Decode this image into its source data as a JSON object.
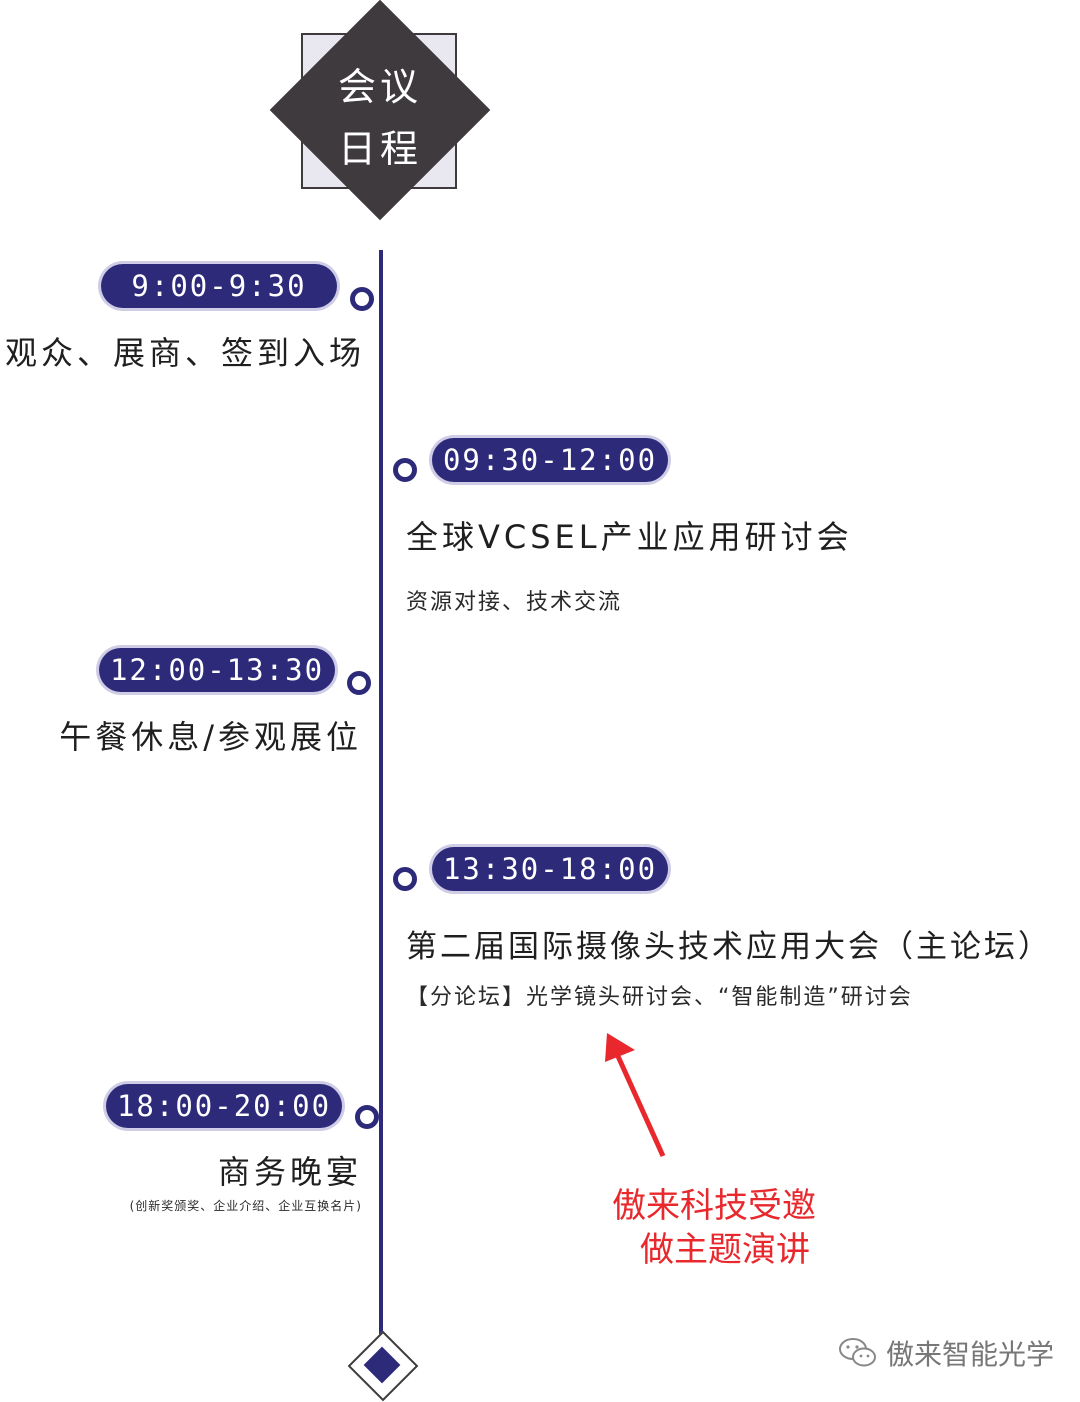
{
  "header": {
    "line1": "会议",
    "line2": "日程"
  },
  "colors": {
    "navy": "#2e2a7a",
    "dark": "#3e3a3d",
    "red": "#e8282c"
  },
  "schedule": [
    {
      "time": "9:00-9:30",
      "title": "观众、展商、签到入场"
    },
    {
      "time": "09:30-12:00",
      "title": "全球VCSEL产业应用研讨会",
      "sub": "资源对接、技术交流"
    },
    {
      "time": "12:00-13:30",
      "title": "午餐休息/参观展位"
    },
    {
      "time": "13:30-18:00",
      "title": "第二届国际摄像头技术应用大会（主论坛）",
      "sub": "【分论坛】光学镜头研讨会、“智能制造”研讨会"
    },
    {
      "time": "18:00-20:00",
      "title": "商务晚宴",
      "sub": "(创新奖颁奖、企业介绍、企业互换名片)"
    }
  ],
  "annotation": {
    "line1": "傲来科技受邀",
    "line2": "做主题演讲"
  },
  "watermark": {
    "icon": "wechat-icon",
    "text": "傲来智能光学"
  }
}
